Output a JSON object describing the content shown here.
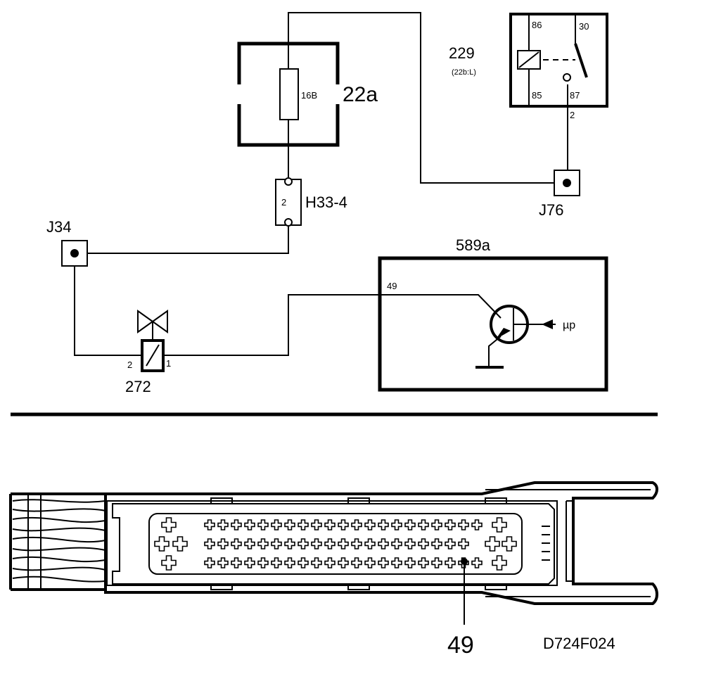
{
  "labels": {
    "fuse_box": "22a",
    "fuse": "16B",
    "relay": "229",
    "relay_sub": "(22b:L)",
    "relay_pin_86": "86",
    "relay_pin_30": "30",
    "relay_pin_85": "85",
    "relay_pin_87": "87",
    "relay_wire_pin": "2",
    "junction_right": "J76",
    "junction_left": "J34",
    "connector": "H33-4",
    "connector_pin": "2",
    "ecu": "589a",
    "ecu_pin": "49",
    "ecu_signal": "µp",
    "valve": "272",
    "valve_pin_2": "2",
    "valve_pin_1": "1",
    "connector_pin_callout": "49",
    "figure_code": "D724F024"
  }
}
